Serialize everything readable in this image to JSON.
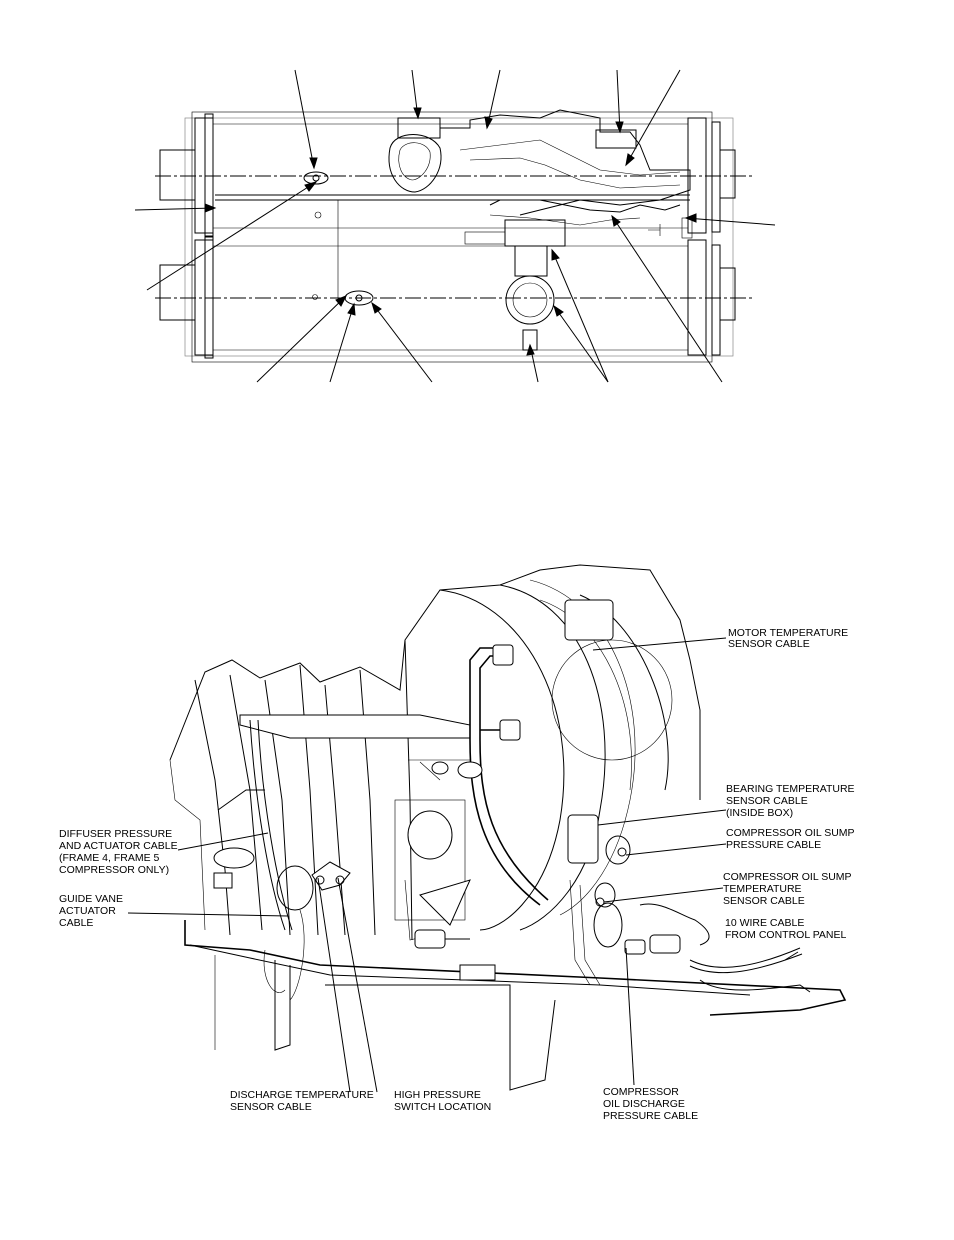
{
  "labels": {
    "motor_temp": [
      "MOTOR TEMPERATURE",
      "SENSOR CABLE"
    ],
    "bearing_temp": [
      "BEARING TEMPERATURE",
      "SENSOR CABLE",
      "(INSIDE BOX)"
    ],
    "oil_sump_pressure": [
      "COMPRESSOR OIL SUMP",
      "PRESSURE CABLE"
    ],
    "oil_sump_temp": [
      "COMPRESSOR OIL SUMP",
      "TEMPERATURE",
      "SENSOR CABLE"
    ],
    "ten_wire": [
      "10 WIRE CABLE",
      "FROM CONTROL PANEL"
    ],
    "diffuser": [
      "DIFFUSER PRESSURE",
      "AND ACTUATOR CABLE",
      "(FRAME 4, FRAME 5",
      "COMPRESSOR ONLY)"
    ],
    "guide_vane": [
      "GUIDE VANE",
      "ACTUATOR",
      "CABLE"
    ],
    "discharge_temp": [
      "DISCHARGE TEMPERATURE",
      "SENSOR CABLE"
    ],
    "high_pressure": [
      "HIGH PRESSURE",
      "SWITCH LOCATION"
    ],
    "oil_discharge": [
      "COMPRESSOR",
      "OIL DISCHARGE",
      "PRESSURE CABLE"
    ]
  }
}
